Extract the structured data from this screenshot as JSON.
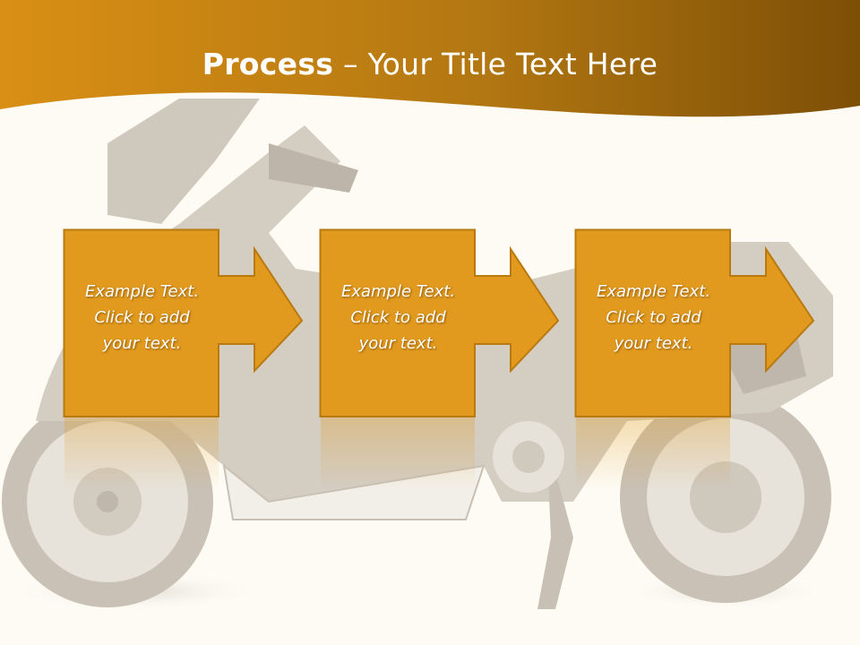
{
  "title": {
    "bold": "Process",
    "rest": " – Your Title Text Here"
  },
  "colors": {
    "accent": "#e19a1e",
    "band_dark": "#8a5a08",
    "background": "#fdfbf4",
    "scooter": "#c8c0b4"
  },
  "steps": [
    {
      "lines": [
        "Example Text.",
        "Click  to add",
        "your text."
      ]
    },
    {
      "lines": [
        "Example Text.",
        "Click  to add",
        "your text."
      ]
    },
    {
      "lines": [
        "Example Text.",
        "Click  to add",
        "your text."
      ]
    }
  ],
  "background_image": "scooter-illustration"
}
